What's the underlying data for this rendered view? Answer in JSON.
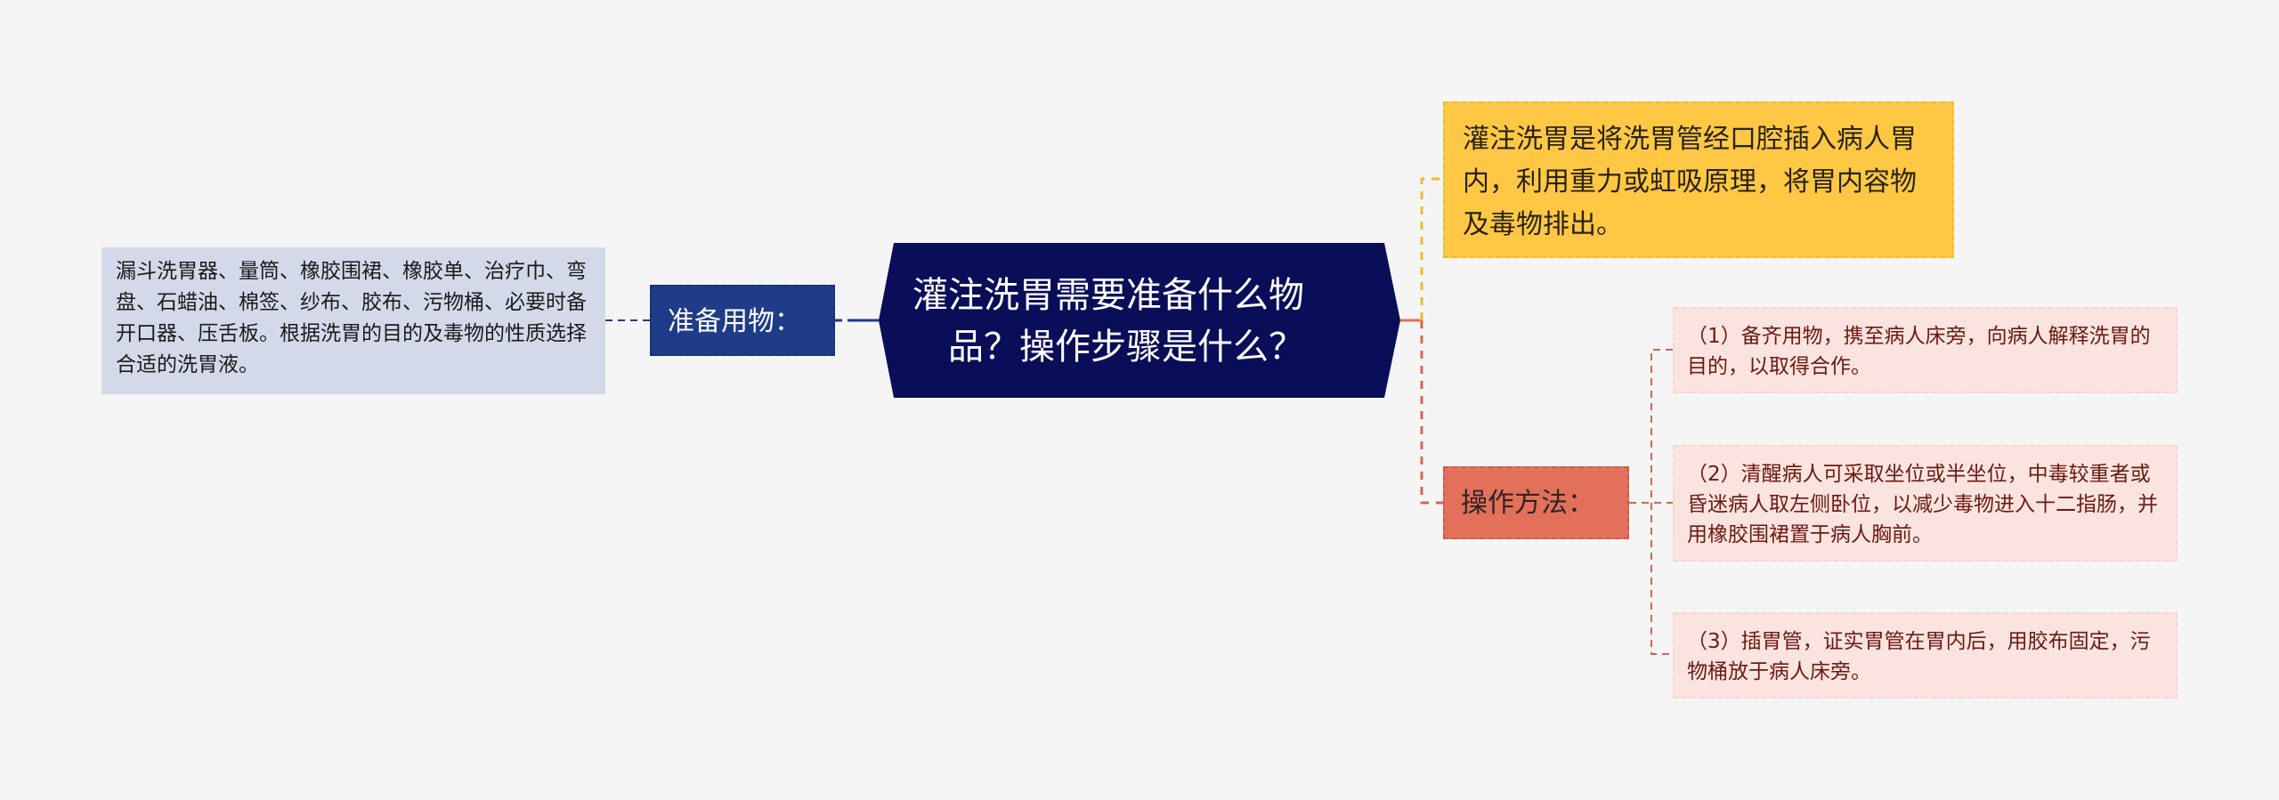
{
  "root": {
    "title": "灌注洗胃需要准备什么物\n　品？操作步骤是什么？",
    "color": "#0a0e58"
  },
  "left_branch": {
    "label": "准备用物：",
    "color": "#1f3c88",
    "leaf": {
      "text": "漏斗洗胃器、量筒、橡胶围裙、橡胶单、治疗巾、弯盘、石蜡油、棉签、纱布、胶布、污物桶、必要时备开口器、压舌板。根据洗胃的目的及毒物的性质选择合适的洗胃液。",
      "color": "#d3d9e9"
    }
  },
  "right_branches": {
    "definition": {
      "text": "灌注洗胃是将洗胃管经口腔插入病人胃内，利用重力或虹吸原理，将胃内容物及毒物排出。",
      "color": "#fec845"
    },
    "method": {
      "label": "操作方法：",
      "color": "#e3705a",
      "steps": [
        {
          "text": "（1）备齐用物，携至病人床旁，向病人解释洗胃的目的，以取得合作。"
        },
        {
          "text": "（2）清醒病人可采取坐位或半坐位，中毒较重者或昏迷病人取左侧卧位，以减少毒物进入十二指肠，并用橡胶围裙置于病人胸前。"
        },
        {
          "text": "（3）插胃管，证实胃管在胃内后，用胶布固定，污物桶放于病人床旁。"
        }
      ],
      "step_color": "#fbe4e0"
    }
  },
  "background_color": "#f5f5f5"
}
